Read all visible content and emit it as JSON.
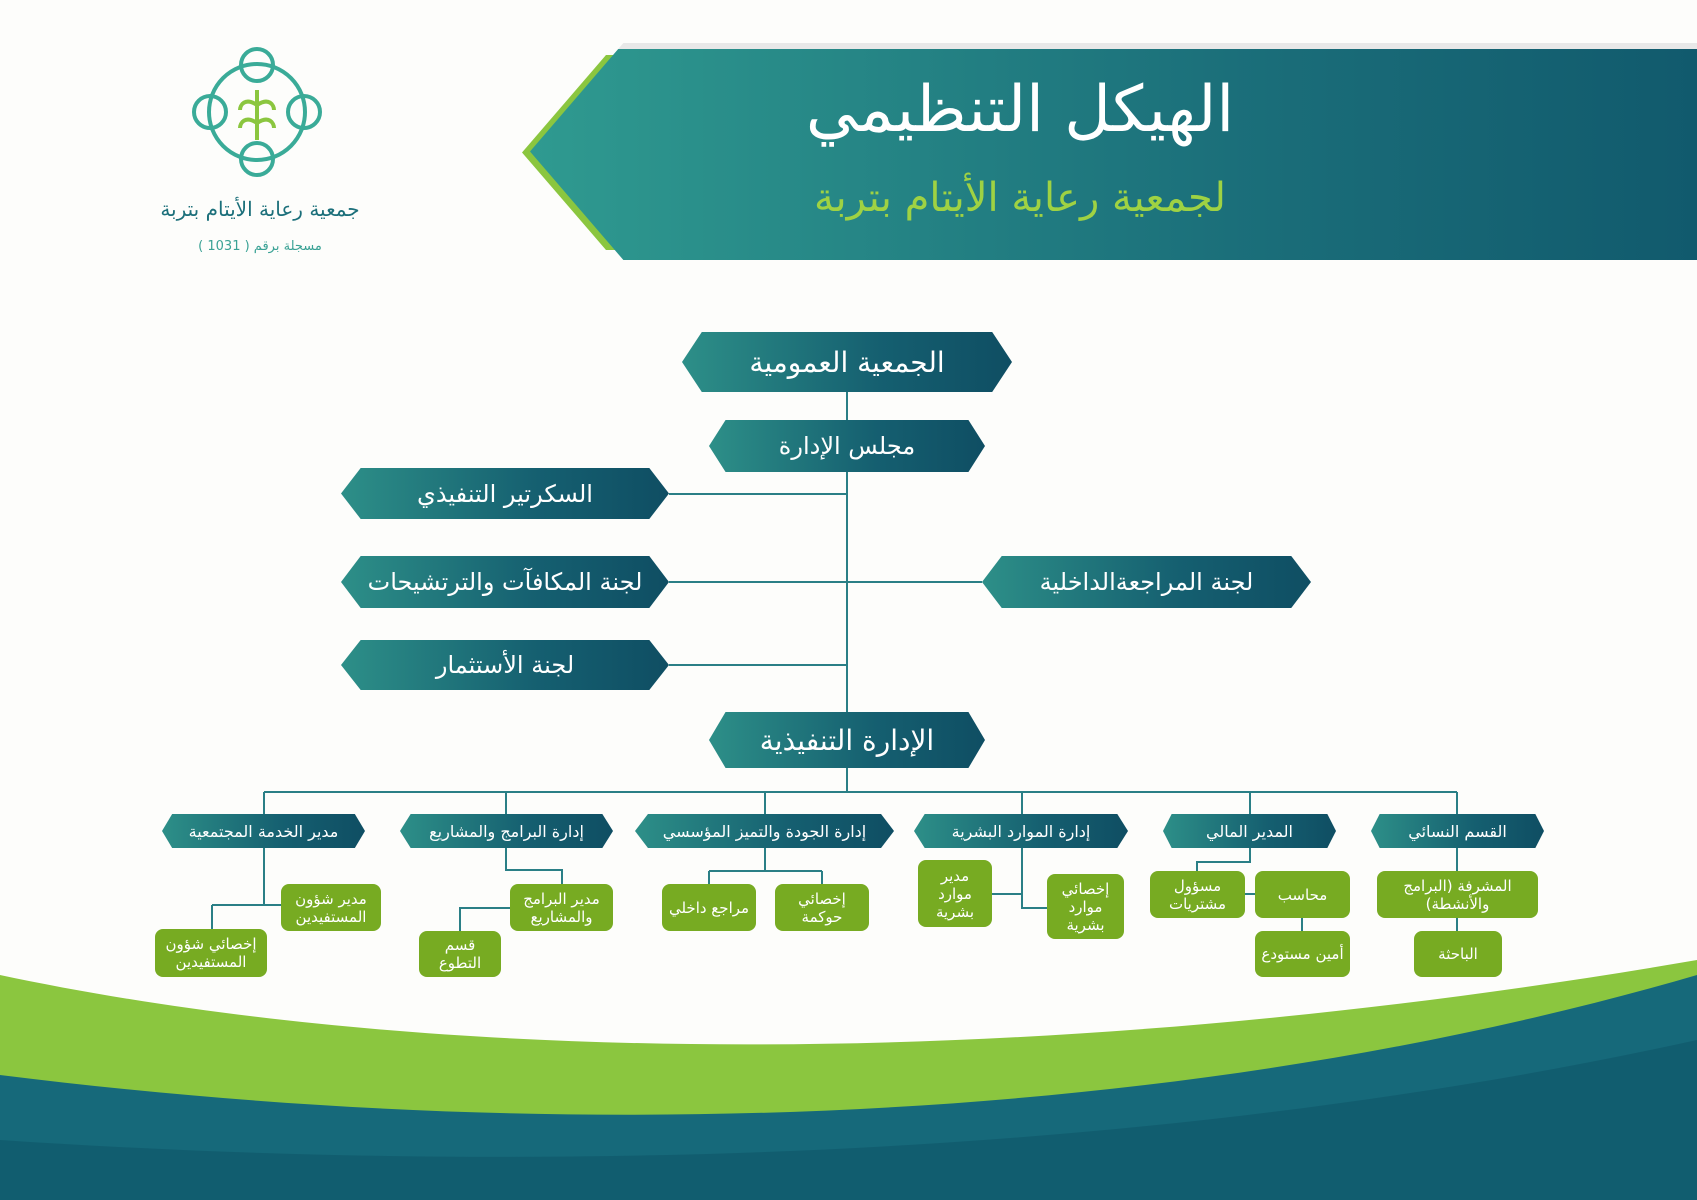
{
  "header": {
    "title": "الهيكل التنظيمي",
    "subtitle": "لجمعية رعاية الأيتام بتربة"
  },
  "logo": {
    "name": "جمعية رعاية الأيتام بتربة",
    "registration": "مسجلة برقم ( 1031 )",
    "icon": "wheat-ornament-icon"
  },
  "colors": {
    "teal": "#155f70",
    "green": "#77ab22",
    "line": "#2a7f86"
  },
  "chart": {
    "general_assembly": "الجمعية العمومية",
    "board": "مجلس الإدارة",
    "executive_secretary": "السكرتير التنفيذي",
    "rewards_committee": "لجنة المكافآت والترتشيحات",
    "audit_committee": "لجنة المراجعةالداخلية",
    "investment_committee": "لجنة الأستثمار",
    "executive_management": "الإدارة التنفيذية",
    "departments": [
      {
        "label": "مدير الخدمة المجتمعية",
        "children": [
          "مدير شؤون المستفيدين",
          "إخصائي شؤون المستفيدين"
        ]
      },
      {
        "label": "إدارة البرامج والمشاريع",
        "children": [
          "مدير البرامج والمشاريع",
          "قسم التطوع"
        ]
      },
      {
        "label": "إدارة الجودة والتميز المؤسسي",
        "children": [
          "مراجع داخلي",
          "إخصائي حوكمة"
        ]
      },
      {
        "label": "إدارة الموارد البشرية",
        "children": [
          "مدير موارد بشرية",
          "إخصائي موارد بشرية"
        ]
      },
      {
        "label": "المدير المالي",
        "children": [
          "مسؤول مشتريات",
          "محاسب",
          "أمين مستودع"
        ]
      },
      {
        "label": "القسم النسائي",
        "children": [
          "المشرفة (البرامج والأنشطة)",
          "الباحثة"
        ]
      }
    ]
  }
}
